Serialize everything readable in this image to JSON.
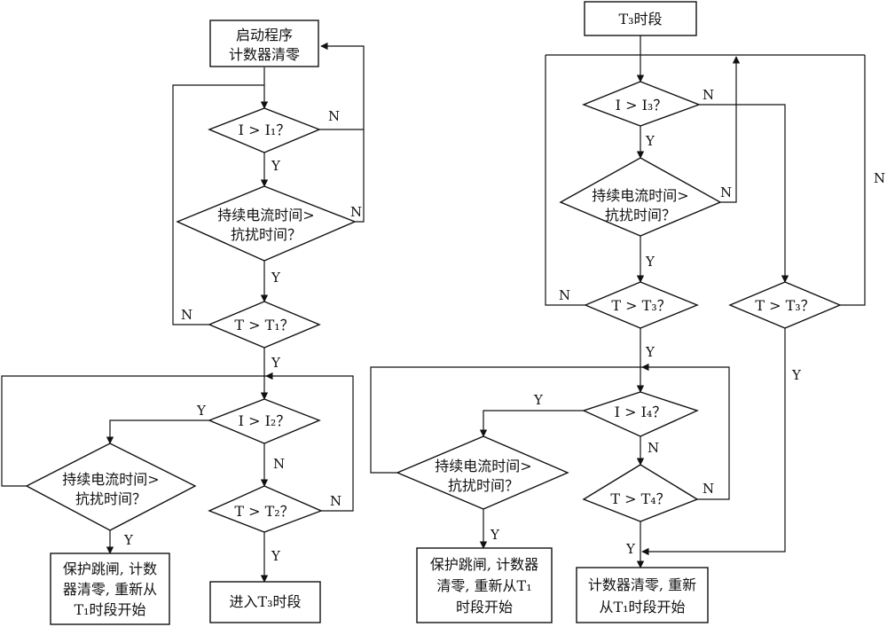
{
  "nodes": {
    "start": {
      "lines": [
        "启动程序",
        "计数器清零"
      ]
    },
    "d_i1": {
      "lines": [
        "I > I₁？"
      ]
    },
    "d_dur1": {
      "lines": [
        "持续电流时间>",
        "抗扰时间？"
      ]
    },
    "d_t1": {
      "lines": [
        "T > T₁？"
      ]
    },
    "d_i2": {
      "lines": [
        "I > I₂？"
      ]
    },
    "d_dur2": {
      "lines": [
        "持续电流时间>",
        "抗扰时间？"
      ]
    },
    "d_t2": {
      "lines": [
        "T > T₂？"
      ]
    },
    "trip1": {
      "lines": [
        "保护跳闸, 计数",
        "器清零, 重新从",
        "T₁时段开始"
      ]
    },
    "enter_t3": {
      "lines": [
        "进入T₃时段"
      ]
    },
    "t3_title": {
      "lines": [
        "T₃时段"
      ]
    },
    "d_i3": {
      "lines": [
        "I > I₃？"
      ]
    },
    "d_dur3": {
      "lines": [
        "持续电流时间>",
        "抗扰时间？"
      ]
    },
    "d_t3a": {
      "lines": [
        "T > T₃？"
      ]
    },
    "d_t3b": {
      "lines": [
        "T > T₃？"
      ]
    },
    "d_i4": {
      "lines": [
        "I > I₄？"
      ]
    },
    "d_dur4": {
      "lines": [
        "持续电流时间>",
        "抗扰时间？"
      ]
    },
    "d_t4": {
      "lines": [
        "T > T₄？"
      ]
    },
    "trip2": {
      "lines": [
        "保护跳闸, 计数器",
        "清零, 重新从T₁",
        "时段开始"
      ]
    },
    "reset": {
      "lines": [
        "计数器清零, 重新",
        "从T₁时段开始"
      ]
    }
  },
  "branch_labels": {
    "yes": "Y",
    "no": "N"
  }
}
